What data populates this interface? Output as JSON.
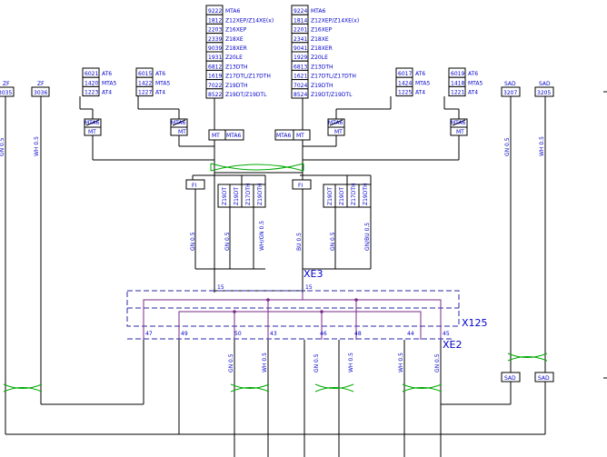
{
  "variant_tables": {
    "left_top": [
      [
        "9222",
        "MTA6"
      ],
      [
        "1812",
        "Z12XEP/Z14XE(x)"
      ],
      [
        "2203",
        "Z16XEP"
      ],
      [
        "2339",
        "Z18XE"
      ],
      [
        "9039",
        "Z18XER"
      ],
      [
        "1931",
        "Z20LE"
      ],
      [
        "6812",
        "Z13DTH"
      ],
      [
        "1619",
        "Z17DTL/Z17DTH"
      ],
      [
        "7022",
        "Z19DTH"
      ],
      [
        "8522",
        "Z19DT/Z19DTL"
      ]
    ],
    "right_top": [
      [
        "9224",
        "MTA6"
      ],
      [
        "1814",
        "Z12XEP/Z14XE(x)"
      ],
      [
        "2201",
        "Z16XEP"
      ],
      [
        "2341",
        "Z18XE"
      ],
      [
        "9041",
        "Z18XER"
      ],
      [
        "1929",
        "Z20LE"
      ],
      [
        "6813",
        "Z13DTH"
      ],
      [
        "1621",
        "Z17DTL/Z17DTH"
      ],
      [
        "7024",
        "Z19DTH"
      ],
      [
        "8524",
        "Z19DT/Z19DTL"
      ]
    ],
    "g1": [
      [
        "6021",
        "AT6"
      ],
      [
        "1420",
        "MTA5"
      ],
      [
        "1223",
        "AT4"
      ]
    ],
    "g2": [
      [
        "6015",
        "AT6"
      ],
      [
        "1422",
        "MTA5"
      ],
      [
        "1227",
        "AT4"
      ]
    ],
    "g3": [
      [
        "6017",
        "AT6"
      ],
      [
        "1424",
        "MTA5"
      ],
      [
        "1225",
        "AT4"
      ]
    ],
    "g4": [
      [
        "6019",
        "AT6"
      ],
      [
        "1418",
        "MTA5"
      ],
      [
        "1221",
        "AT4"
      ]
    ]
  },
  "edge_labels": {
    "zf1": "ZF",
    "zf1_code": "3035",
    "zf2": "ZF",
    "zf2_code": "3036",
    "sad1": "SAD",
    "sad1_code": "3207",
    "sad2": "SAD",
    "sad2_code": "3205"
  },
  "switch_labels": {
    "mta6": "MTA6",
    "mt": "MT"
  },
  "fi_label": "FI",
  "fi_sets": {
    "left": [
      "Z19DT",
      "Z19DT",
      "Z17DTH",
      "Z19DTH"
    ],
    "right": [
      "Z19DT",
      "Z19DT",
      "Z17DTH",
      "Z19DTH"
    ]
  },
  "wire_colors": {
    "gn05": "GN 0.5",
    "wh05": "WH 0.5",
    "whgn05": "WH/GN 0.5",
    "bu05": "BU 0.5",
    "gnbu05": "GN/BU 0.5"
  },
  "connectors": {
    "xe3": "XE3",
    "x125": "X125",
    "xe2": "XE2",
    "pin15a": "15",
    "pin15b": "15"
  },
  "pins_bottom": [
    "47",
    "49",
    "50",
    "43",
    "46",
    "48",
    "44",
    "45"
  ],
  "colors": {
    "text": "#0000cc",
    "wire": "#000000",
    "bus": "#7a2a8a",
    "twisted_pair": "#00aa00",
    "connector_outline": "#2a2aaa"
  }
}
